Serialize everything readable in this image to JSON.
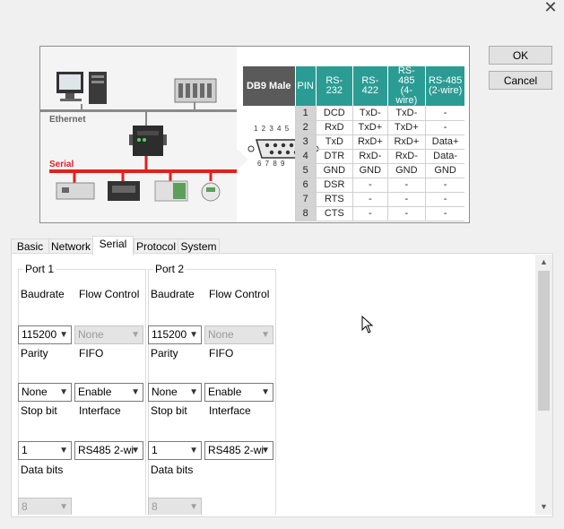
{
  "window": {
    "close_glyph": "✕"
  },
  "buttons": {
    "ok": "OK",
    "cancel": "Cancel"
  },
  "diagram": {
    "labels": {
      "ethernet": "Ethernet",
      "serial": "Serial"
    },
    "pin_numbers_top": "1 2 3 4 5",
    "pin_numbers_bottom": "6 7 8 9",
    "table_title": "DB9 Male",
    "headers": [
      "PIN",
      "RS-232",
      "RS-422",
      "RS-485\n(4-wire)",
      "RS-485\n(2-wire)"
    ],
    "rows": [
      [
        "1",
        "DCD",
        "TxD-",
        "TxD-",
        "-"
      ],
      [
        "2",
        "RxD",
        "TxD+",
        "TxD+",
        "-"
      ],
      [
        "3",
        "TxD",
        "RxD+",
        "RxD+",
        "Data+"
      ],
      [
        "4",
        "DTR",
        "RxD-",
        "RxD-",
        "Data-"
      ],
      [
        "5",
        "GND",
        "GND",
        "GND",
        "GND"
      ],
      [
        "6",
        "DSR",
        "-",
        "-",
        "-"
      ],
      [
        "7",
        "RTS",
        "-",
        "-",
        "-"
      ],
      [
        "8",
        "CTS",
        "-",
        "-",
        "-"
      ]
    ],
    "colors": {
      "teal": "#2a9c93",
      "serial_red": "#e02020",
      "header_gray": "#5a5a5a"
    }
  },
  "tabs": [
    {
      "label": "Basic",
      "active": false
    },
    {
      "label": "Network",
      "active": false
    },
    {
      "label": "Serial",
      "active": true
    },
    {
      "label": "Protocol",
      "active": false
    },
    {
      "label": "System",
      "active": false
    }
  ],
  "ports": [
    {
      "title": "Port 1",
      "labels": {
        "baudrate": "Baudrate",
        "flow_control": "Flow Control",
        "parity": "Parity",
        "fifo": "FIFO",
        "stop_bit": "Stop bit",
        "interface": "Interface",
        "data_bits": "Data bits"
      },
      "values": {
        "baudrate": "115200",
        "flow_control": "None",
        "parity": "None",
        "fifo": "Enable",
        "stop_bit": "1",
        "interface": "RS485 2-wi",
        "data_bits": "8"
      }
    },
    {
      "title": "Port 2",
      "labels": {
        "baudrate": "Baudrate",
        "flow_control": "Flow Control",
        "parity": "Parity",
        "fifo": "FIFO",
        "stop_bit": "Stop bit",
        "interface": "Interface",
        "data_bits": "Data bits"
      },
      "values": {
        "baudrate": "115200",
        "flow_control": "None",
        "parity": "None",
        "fifo": "Enable",
        "stop_bit": "1",
        "interface": "RS485 2-wi",
        "data_bits": "8"
      }
    }
  ]
}
